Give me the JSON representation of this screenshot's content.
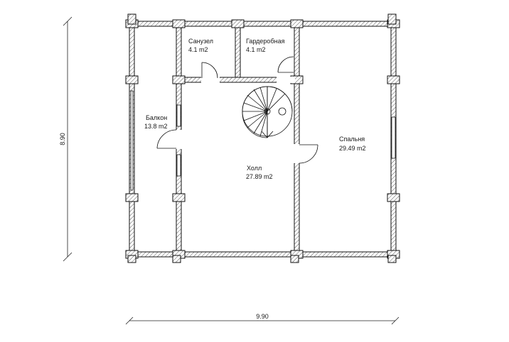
{
  "dimensions": {
    "width_label": "9.90",
    "height_label": "8.90"
  },
  "rooms": [
    {
      "id": "bath",
      "name": "Санузел",
      "area": "4.1 m2"
    },
    {
      "id": "wardrobe",
      "name": "Гардеробная",
      "area": "4.1 m2"
    },
    {
      "id": "balcony",
      "name": "Балкон",
      "area": "13.8 m2"
    },
    {
      "id": "bedroom",
      "name": "Спальня",
      "area": "29.49 m2"
    },
    {
      "id": "hall",
      "name": "Холл",
      "area": "27.89 m2"
    }
  ]
}
